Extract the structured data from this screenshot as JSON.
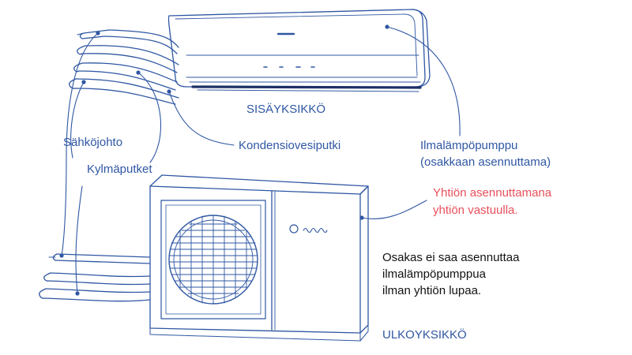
{
  "labels": {
    "indoor_unit": "SISÄYKSIKKÖ",
    "outdoor_unit": "ULKOYKSIKKÖ",
    "power_cable": "Sähköjohto",
    "refrigerant_pipes": "Kylmäputket",
    "condensate_pipe": "Kondensiovesiputki",
    "heat_pump_line1": "Ilmalämpöpumppu",
    "heat_pump_line2": "(osakkaan asennuttama)",
    "company_line1": "Yhtiön asennuttamana",
    "company_line2": "yhtiön vastuulla.",
    "notice_line1": "Osakas ei saa asennuttaa",
    "notice_line2": "ilmalämpöpumppua",
    "notice_line3": "ilman yhtiön lupaa."
  },
  "colors": {
    "line": "#2f57a3",
    "label": "#2f57a3",
    "highlight": "#e8505b",
    "text": "#111111"
  }
}
